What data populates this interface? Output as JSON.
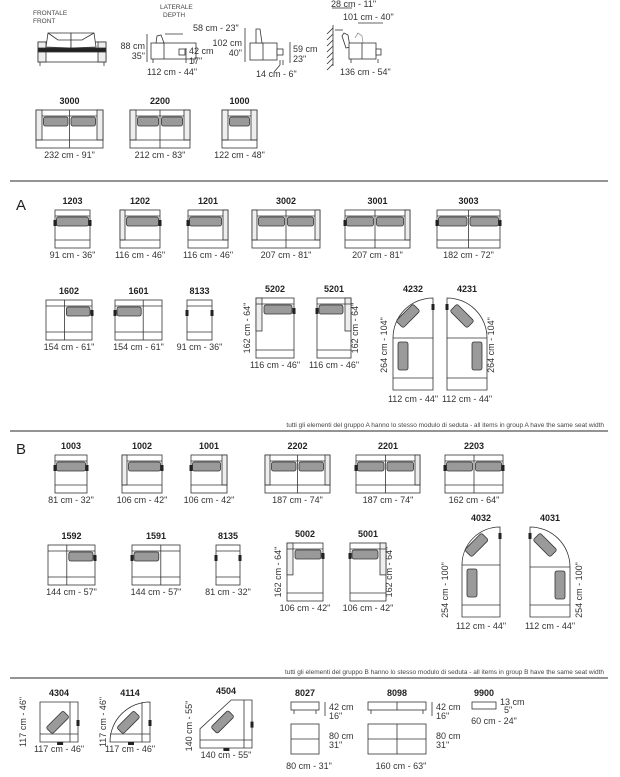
{
  "header": {
    "front_label": [
      "FRONTALE",
      "FRONT"
    ],
    "side_label": [
      "LATERALE",
      "DEPTH"
    ]
  },
  "dims": {
    "back_depth": "58 cm - 23\"",
    "height": [
      "88 cm",
      "35\""
    ],
    "seat_height": [
      "42 cm",
      "17\""
    ],
    "depth": "112 cm - 44\"",
    "height_raised": [
      "102 cm",
      "40\""
    ],
    "arm_height": [
      "59 cm",
      "23\""
    ],
    "leg": "14 cm - 6\"",
    "wall_gap": "28 cm - 11\"",
    "recline_depth": "101 cm - 40\"",
    "recline_total": "136 cm - 54\""
  },
  "base_models": [
    {
      "code": "3000",
      "width": "232 cm - 91\""
    },
    {
      "code": "2200",
      "width": "212 cm - 83\""
    },
    {
      "code": "1000",
      "width": "122 cm - 48\""
    }
  ],
  "group_a": {
    "letter": "A",
    "modules": [
      {
        "code": "1203",
        "width": "91 cm - 36\""
      },
      {
        "code": "1202",
        "width": "116 cm - 46\""
      },
      {
        "code": "1201",
        "width": "116 cm - 46\""
      },
      {
        "code": "3002",
        "width": "207 cm - 81\""
      },
      {
        "code": "3001",
        "width": "207 cm - 81\""
      },
      {
        "code": "3003",
        "width": "182 cm - 72\""
      },
      {
        "code": "1602",
        "width": "154 cm - 61\""
      },
      {
        "code": "1601",
        "width": "154 cm - 61\""
      },
      {
        "code": "8133",
        "width": "91 cm - 36\""
      },
      {
        "code": "5202",
        "width": "116 cm - 46\"",
        "length": "162 cm - 64\""
      },
      {
        "code": "5201",
        "width": "116 cm - 46\"",
        "length": "162 cm - 64\""
      },
      {
        "code": "4232",
        "width": "112 cm - 44\"",
        "length": "264 cm - 104\""
      },
      {
        "code": "4231",
        "width": "112 cm - 44\"",
        "length": "264 cm - 104\""
      }
    ],
    "note": "tutti gli elementi  del gruppo A hanno lo stesso modulo di  seduta  -  all items in group A have the same seat width"
  },
  "group_b": {
    "letter": "B",
    "modules": [
      {
        "code": "1003",
        "width": "81 cm - 32\""
      },
      {
        "code": "1002",
        "width": "106 cm - 42\""
      },
      {
        "code": "1001",
        "width": "106 cm - 42\""
      },
      {
        "code": "2202",
        "width": "187 cm - 74\""
      },
      {
        "code": "2201",
        "width": "187 cm - 74\""
      },
      {
        "code": "2203",
        "width": "162 cm - 64\""
      },
      {
        "code": "1592",
        "width": "144 cm - 57\""
      },
      {
        "code": "1591",
        "width": "144 cm - 57\""
      },
      {
        "code": "8135",
        "width": "81 cm - 32\""
      },
      {
        "code": "5002",
        "width": "106 cm - 42\"",
        "length": "162 cm - 64\""
      },
      {
        "code": "5001",
        "width": "106 cm - 42\"",
        "length": "162 cm - 64\""
      },
      {
        "code": "4032",
        "width": "112 cm - 44\"",
        "length": "254 cm - 100\""
      },
      {
        "code": "4031",
        "width": "112 cm - 44\"",
        "length": "254 cm - 100\""
      }
    ],
    "note": "tutti gli elementi  del gruppo B hanno lo stesso modulo di  seduta  -  all items in group B have the same seat width"
  },
  "accessories": [
    {
      "code": "4304",
      "width": "117 cm - 46\"",
      "length": "117 cm - 46\""
    },
    {
      "code": "4114",
      "width": "117 cm - 46\"",
      "length": "117 cm - 46\""
    },
    {
      "code": "4504",
      "width": "140 cm - 55\"",
      "length": "140 cm - 55\""
    },
    {
      "code": "8027",
      "width": "80 cm - 31\"",
      "height": [
        "42 cm",
        "16\""
      ],
      "depth": [
        "80 cm",
        "31\""
      ]
    },
    {
      "code": "8098",
      "width": "160 cm - 63\"",
      "height": [
        "42 cm",
        "16\""
      ],
      "depth": [
        "80 cm",
        "31\""
      ]
    },
    {
      "code": "9900",
      "width": "60 cm - 24\"",
      "height": [
        "13 cm",
        "5\""
      ]
    }
  ]
}
